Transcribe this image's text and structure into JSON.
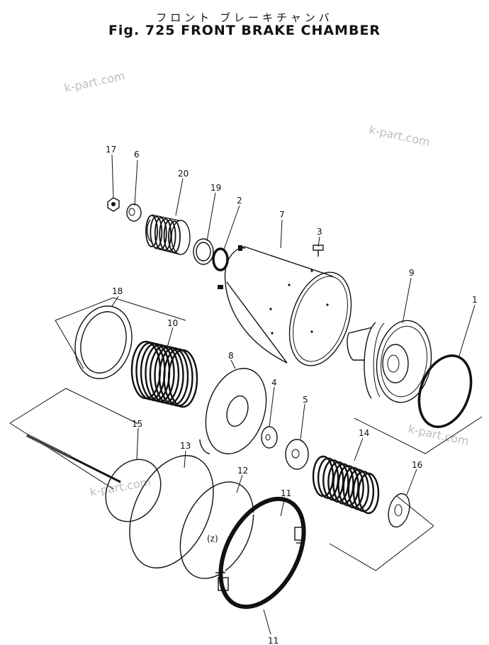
{
  "title_jp": "フロント ブレーキチャンバ",
  "title_en": "Fig. 725 FRONT BRAKE CHAMBER",
  "watermark": "k-part.com",
  "callouts": {
    "p1": "1",
    "p2": "2",
    "p3": "3",
    "p4": "4",
    "p5": "5",
    "p6": "6",
    "p7": "7",
    "p8": "8",
    "p9": "9",
    "p10": "10",
    "p11a": "11",
    "p11b": "11",
    "p12": "12",
    "p13": "13",
    "p14": "14",
    "p15": "15",
    "p16": "16",
    "p17": "17",
    "p18": "18",
    "p19": "19",
    "p20": "20"
  }
}
